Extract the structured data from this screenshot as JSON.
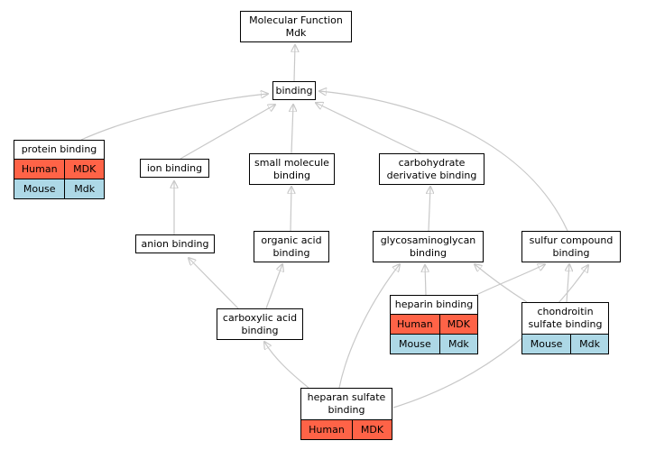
{
  "colors": {
    "background": "#ffffff",
    "node_border": "#000000",
    "node_background": "#ffffff",
    "edge": "#c8c8c8",
    "human_row": "#ff6347",
    "mouse_row": "#add8e6"
  },
  "nodes": {
    "molecular_function": {
      "lines": [
        "Molecular Function",
        "Mdk"
      ]
    },
    "binding": {
      "lines": [
        "binding"
      ]
    },
    "protein_binding": {
      "lines": [
        "protein binding"
      ],
      "rows": [
        {
          "organism": "Human",
          "gene": "MDK",
          "color": "#ff6347"
        },
        {
          "organism": "Mouse",
          "gene": "Mdk",
          "color": "#add8e6"
        }
      ]
    },
    "ion_binding": {
      "lines": [
        "ion binding"
      ]
    },
    "small_molecule_binding": {
      "lines": [
        "small molecule",
        "binding"
      ]
    },
    "carbohydrate_derivative_binding": {
      "lines": [
        "carbohydrate",
        "derivative binding"
      ]
    },
    "anion_binding": {
      "lines": [
        "anion binding"
      ]
    },
    "organic_acid_binding": {
      "lines": [
        "organic acid",
        "binding"
      ]
    },
    "glycosaminoglycan_binding": {
      "lines": [
        "glycosaminoglycan",
        "binding"
      ]
    },
    "sulfur_compound_binding": {
      "lines": [
        "sulfur compound",
        "binding"
      ]
    },
    "carboxylic_acid_binding": {
      "lines": [
        "carboxylic acid",
        "binding"
      ]
    },
    "heparin_binding": {
      "lines": [
        "heparin binding"
      ],
      "rows": [
        {
          "organism": "Human",
          "gene": "MDK",
          "color": "#ff6347"
        },
        {
          "organism": "Mouse",
          "gene": "Mdk",
          "color": "#add8e6"
        }
      ]
    },
    "chondroitin_sulfate_binding": {
      "lines": [
        "chondroitin",
        "sulfate binding"
      ],
      "rows": [
        {
          "organism": "Mouse",
          "gene": "Mdk",
          "color": "#add8e6"
        }
      ]
    },
    "heparan_sulfate_binding": {
      "lines": [
        "heparan sulfate",
        "binding"
      ],
      "rows": [
        {
          "organism": "Human",
          "gene": "MDK",
          "color": "#ff6347"
        }
      ]
    }
  },
  "edges": [
    {
      "from": "binding",
      "to": "molecular_function"
    },
    {
      "from": "protein_binding",
      "to": "binding"
    },
    {
      "from": "ion_binding",
      "to": "binding"
    },
    {
      "from": "small_molecule_binding",
      "to": "binding"
    },
    {
      "from": "carbohydrate_derivative_binding",
      "to": "binding"
    },
    {
      "from": "sulfur_compound_binding",
      "to": "binding"
    },
    {
      "from": "anion_binding",
      "to": "ion_binding"
    },
    {
      "from": "organic_acid_binding",
      "to": "small_molecule_binding"
    },
    {
      "from": "glycosaminoglycan_binding",
      "to": "carbohydrate_derivative_binding"
    },
    {
      "from": "carboxylic_acid_binding",
      "to": "anion_binding"
    },
    {
      "from": "carboxylic_acid_binding",
      "to": "organic_acid_binding"
    },
    {
      "from": "heparin_binding",
      "to": "glycosaminoglycan_binding"
    },
    {
      "from": "heparin_binding",
      "to": "sulfur_compound_binding"
    },
    {
      "from": "chondroitin_sulfate_binding",
      "to": "glycosaminoglycan_binding"
    },
    {
      "from": "chondroitin_sulfate_binding",
      "to": "sulfur_compound_binding"
    },
    {
      "from": "heparan_sulfate_binding",
      "to": "carboxylic_acid_binding"
    },
    {
      "from": "heparan_sulfate_binding",
      "to": "glycosaminoglycan_binding"
    },
    {
      "from": "heparan_sulfate_binding",
      "to": "sulfur_compound_binding"
    }
  ]
}
